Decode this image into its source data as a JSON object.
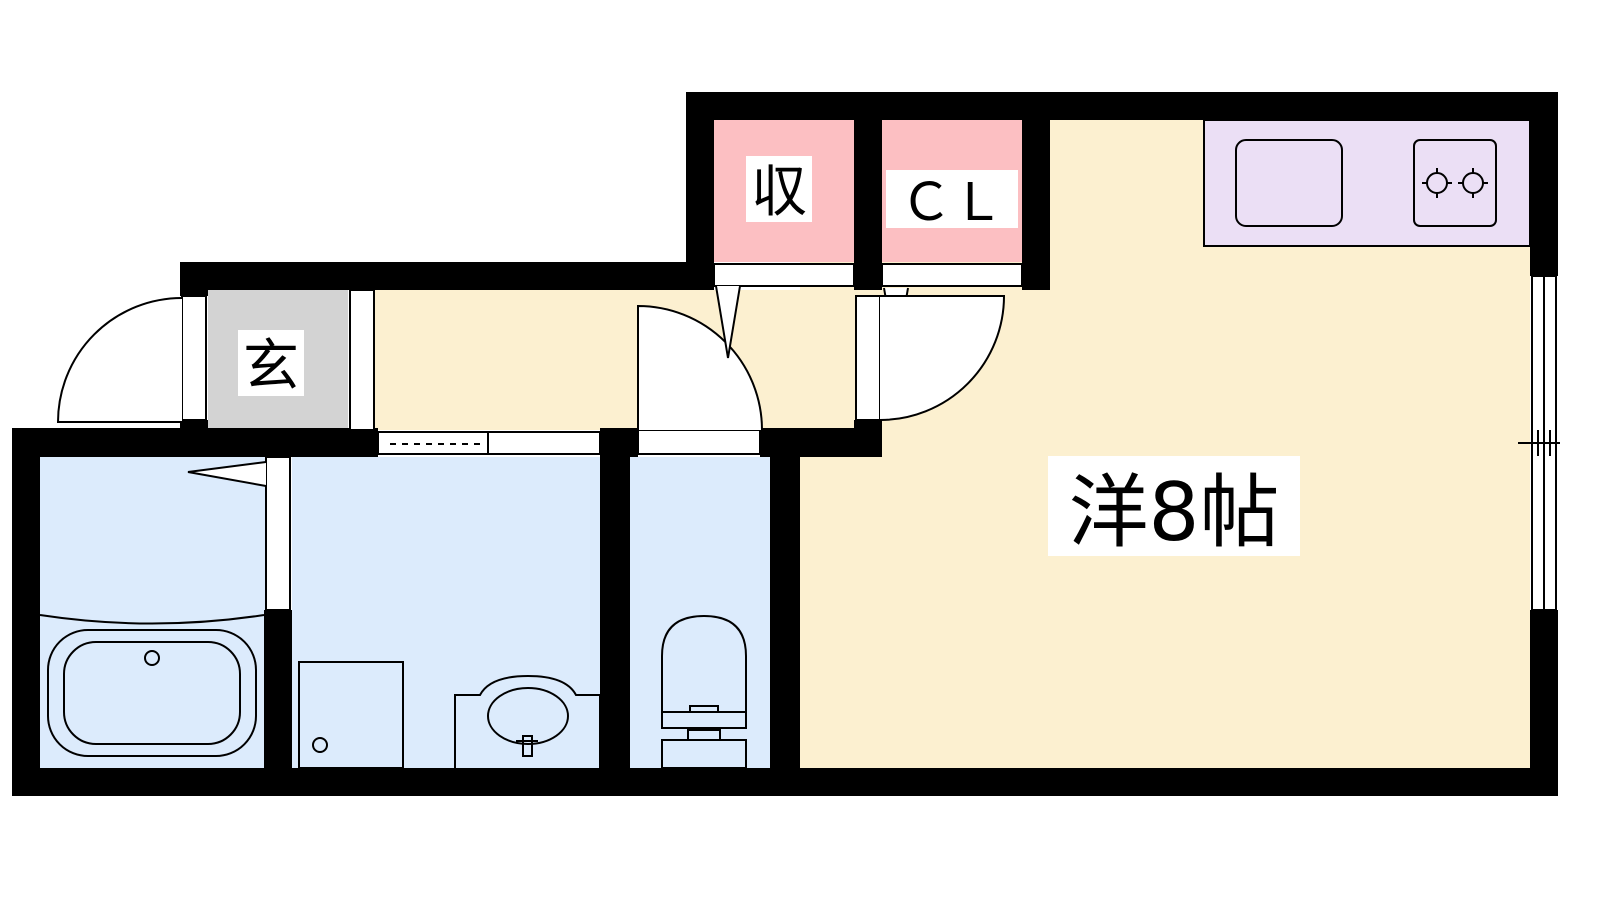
{
  "rooms": {
    "western": "洋8帖",
    "storage": "収",
    "closet": "ＣＬ",
    "entrance": "玄"
  },
  "colors": {
    "wall": "#000000",
    "western_floor": "#fcf0d0",
    "wet_area": "#dcebfc",
    "storage_fill": "#fcbfc2",
    "kitchen_fill": "#ebdff5",
    "entrance_fill": "#d3d3d3",
    "fixture_stroke": "#000000"
  },
  "icons": [
    "door-swing-icon",
    "sliding-door-icon",
    "bathtub-icon",
    "washing-machine-icon",
    "washbasin-icon",
    "toilet-icon",
    "sink-icon",
    "two-burner-stove-icon",
    "window-icon"
  ]
}
